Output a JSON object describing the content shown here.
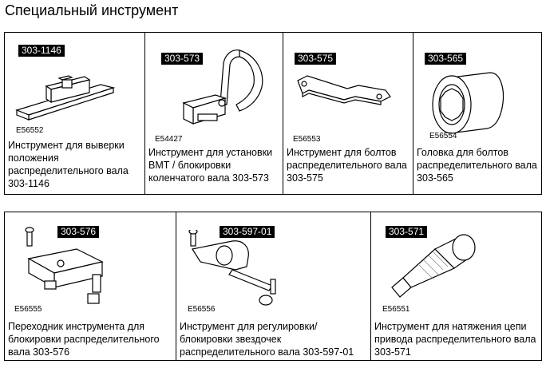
{
  "page_title": "Специальный инструмент",
  "row1": [
    {
      "tag": "303-1146",
      "code": "E56552",
      "desc": "Инструмент для выверки положения распределительного вала 303-1146"
    },
    {
      "tag": "303-573",
      "code": "E54427",
      "desc": "Инструмент для установки ВМТ / блокировки коленчатого вала 303-573"
    },
    {
      "tag": "303-575",
      "code": "E56553",
      "desc": "Инструмент для болтов распределительного вала 303-575"
    },
    {
      "tag": "303-565",
      "code": "E56554",
      "desc": "Головка для болтов распределительного вала 303-565"
    }
  ],
  "row2": [
    {
      "tag": "303-576",
      "code": "E56555",
      "desc": "Переходник инструмента для блокировки распределительного вала 303-576"
    },
    {
      "tag": "303-597-01",
      "code": "E56556",
      "desc": "Инструмент для регулировки/блокировки звездочек распределительного вала 303-597-01"
    },
    {
      "tag": "303-571",
      "code": "E56551",
      "desc": "Инструмент для натяжения цепи привода распределительного вала 303-571"
    }
  ]
}
